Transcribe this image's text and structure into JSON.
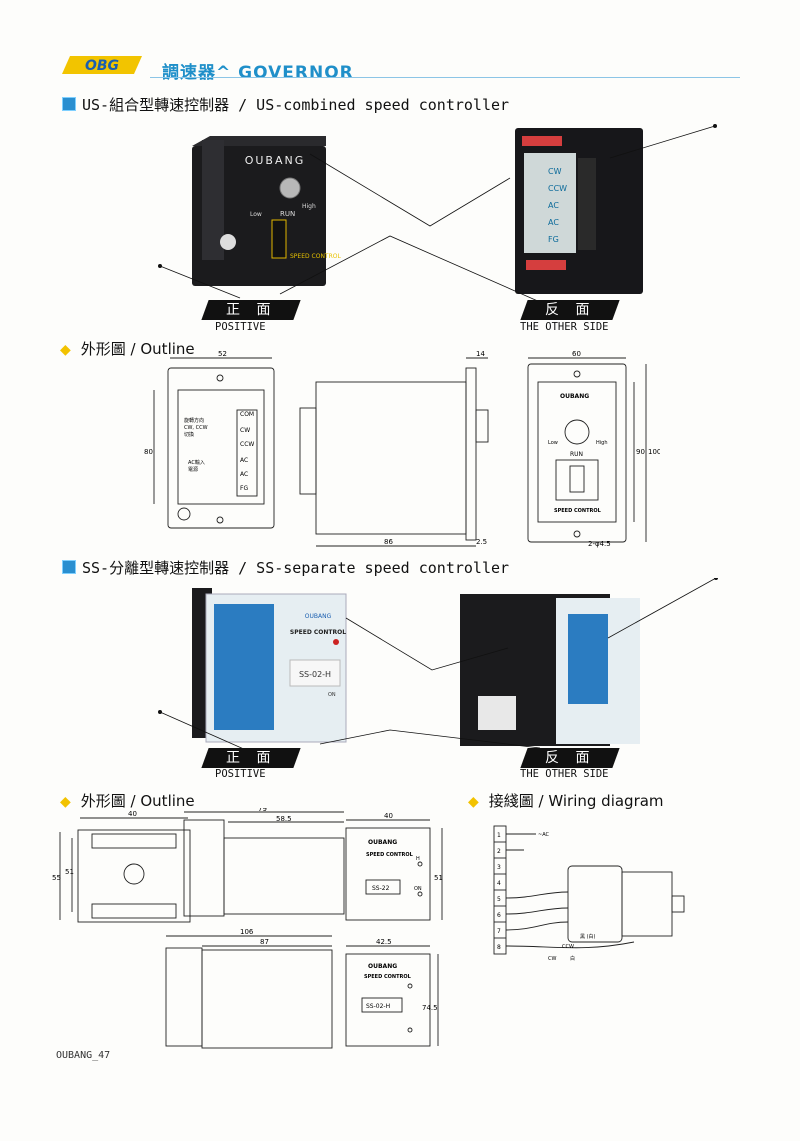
{
  "header": {
    "logo_text": "OBG",
    "title": "調速器^ GOVERNOR"
  },
  "section1": {
    "heading": "US-組合型轉速控制器 / US-combined speed controller",
    "front_label": "正 面",
    "front_caption": "POSITIVE",
    "back_label": "反 面",
    "back_caption": "THE OTHER SIDE",
    "device_brand": "OUBANG",
    "device_low": "Low",
    "device_high": "High",
    "device_run": "RUN",
    "device_speed": "SPEED CONTROL",
    "terminals": [
      "CW",
      "CCW",
      "AC",
      "AC",
      "FG"
    ]
  },
  "outline1": {
    "heading": "外形圖 / Outline",
    "dim_52": "52",
    "dim_80": "80",
    "dim_14": "14",
    "dim_86": "86",
    "dim_25": "2.5",
    "dim_60": "60",
    "dim_90": "90",
    "dim_100": "100",
    "hole": "2-φ4.5",
    "term_com": "COM",
    "term_cw": "CW",
    "term_ccw": "CCW",
    "term_ac1": "AC",
    "term_ac2": "AC",
    "term_fg": "FG",
    "note_dir": "旋轉方向",
    "note_dir2": "CW, CCW",
    "note_dir3": "切換",
    "note_ac": "AC輸入",
    "note_ac2": "電源",
    "panel_brand": "OUBANG",
    "panel_low": "Low",
    "panel_high": "High",
    "panel_run": "RUN",
    "panel_speed": "SPEED CONTROL"
  },
  "section2": {
    "heading": "SS-分離型轉速控制器 / SS-separate speed controller",
    "front_label": "正 面",
    "front_caption": "POSITIVE",
    "back_label": "反 面",
    "back_caption": "THE OTHER SIDE",
    "device_brand": "OUBANG",
    "device_speed": "SPEED CONTROL",
    "device_model": "SS-02-H",
    "device_on": "ON"
  },
  "outline2": {
    "heading": "外形圖 / Outline",
    "wiring_heading": "接綫圖 / Wiring diagram",
    "dim_40a": "40",
    "dim_55": "55",
    "dim_51a": "51",
    "dim_79": "79",
    "dim_585": "58.5",
    "dim_40b": "40",
    "dim_51b": "51",
    "dim_106": "106",
    "dim_87": "87",
    "dim_425": "42.5",
    "dim_745": "74.5",
    "ss22_brand": "OUBANG",
    "ss22_speed": "SPEED CONTROL",
    "ss22_model": "SS-22",
    "ss02_brand": "OUBANG",
    "ss02_speed": "SPEED CONTROL",
    "ss02_model": "SS-02-H",
    "led_h": "H",
    "led_on": "ON",
    "wiring_terms": [
      "1",
      "2",
      "3",
      "4",
      "5",
      "6",
      "7",
      "8"
    ],
    "wiring_ac": "~AC",
    "wiring_black": "黑 (白)",
    "wiring_ccw": "CCW",
    "wiring_cw": "CW",
    "wiring_white": "白"
  },
  "footer": {
    "page": "OUBANG_47"
  }
}
